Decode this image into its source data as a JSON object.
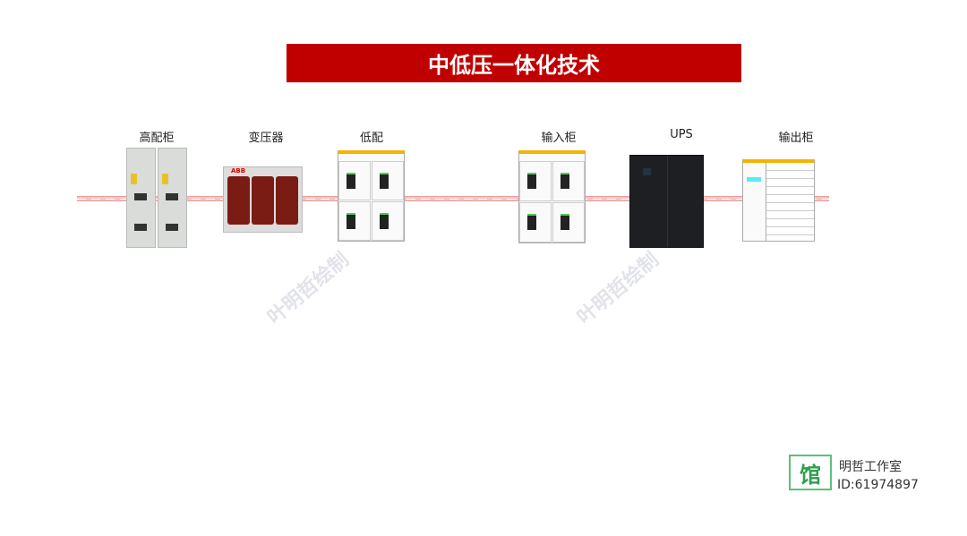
{
  "title": "中低压一体化技术",
  "equipment": [
    {
      "label": "高配柜"
    },
    {
      "label": "变压器"
    },
    {
      "label": "低配"
    },
    {
      "label": "输入柜"
    },
    {
      "label": "UPS"
    },
    {
      "label": "输出柜"
    }
  ],
  "transformer_brand": "ABB",
  "watermark": "叶明哲绘制",
  "footer": {
    "logo_char": "馆",
    "studio": "明哲工作室",
    "id": "ID:61974897"
  },
  "colors": {
    "title_bg": "#c00000",
    "bus_line": "#f7c3c3",
    "logo": "#2f9e4f"
  }
}
